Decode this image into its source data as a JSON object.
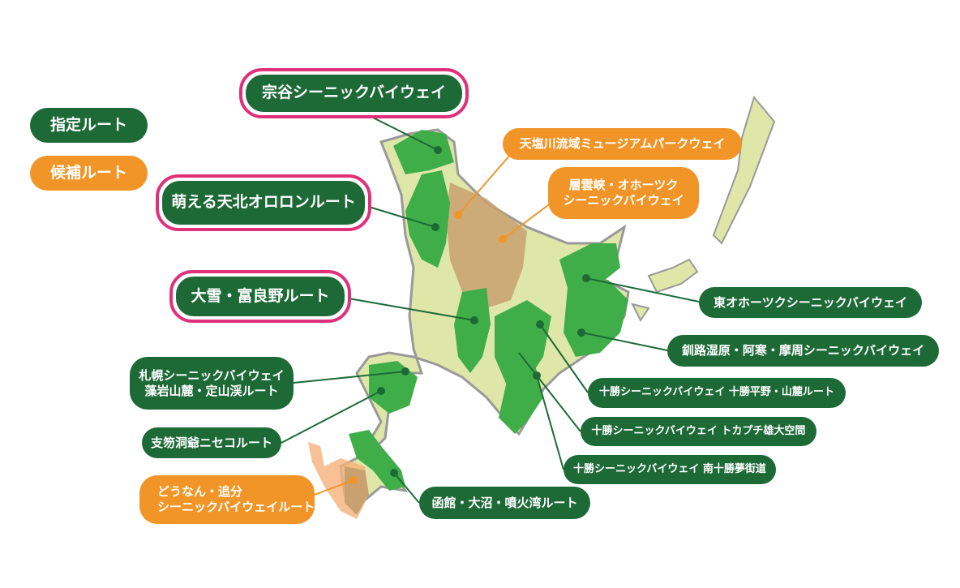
{
  "legend": {
    "designated": "指定ルート",
    "candidate": "候補ルート"
  },
  "routes": {
    "soya": "宗谷シーニックバイウェイ",
    "moeru": "萌える天北オロロンルート",
    "taisetsu": "大雪・富良野ルート",
    "teshio": "天塩川流域ミュージアムパークウェイ",
    "sounkyo_1": "層雲峡・オホーツク",
    "sounkyo_2": "シーニックバイウェイ",
    "higashi": "東オホーツクシーニックバイウェイ",
    "kushiro": "釧路湿原・阿寒・摩周シーニックバイウェイ",
    "tokachi_heiya": "十勝シーニックバイウェイ 十勝平野・山麓ルート",
    "tokachi_tokapuchi": "十勝シーニックバイウェイ トカプチ雄大空間",
    "tokachi_minami": "十勝シーニックバイウェイ 南十勝夢街道",
    "sapporo_1": "札幌シーニックバイウェイ",
    "sapporo_2": "藻岩山麓・定山渓ルート",
    "shikotsu": "支笏洞爺ニセコルート",
    "dounan_1": "どうなん・追分",
    "dounan_2": "シーニックバイウェイルート",
    "hakodate": "函館・大沼・噴火湾ルート"
  },
  "colors": {
    "designated": "#1d6a37",
    "candidate": "#f29528",
    "highlight": "#e0307a",
    "land": "#dfe7a8",
    "route_area": "#3fae49",
    "candidate_area": "#c9a070"
  }
}
